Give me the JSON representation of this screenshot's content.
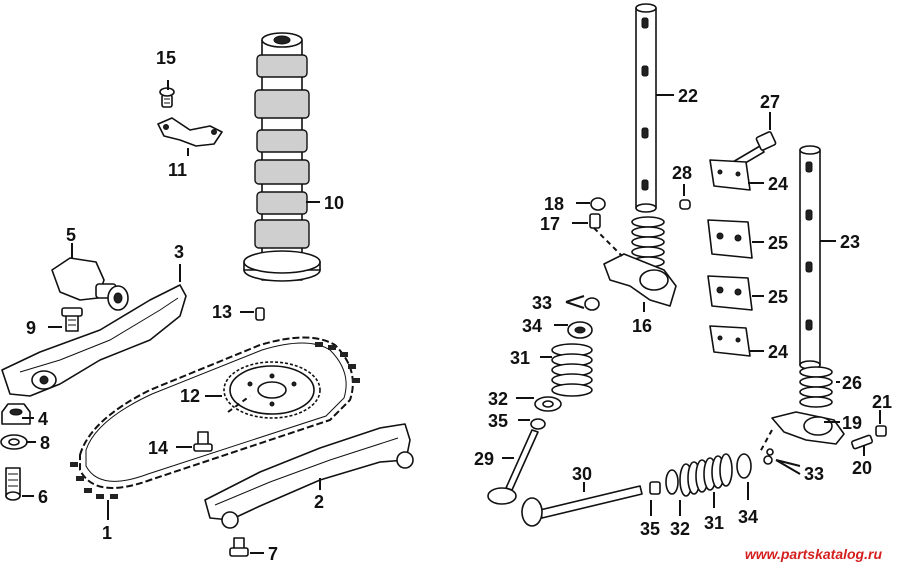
{
  "watermark": "www.partskatalog.ru",
  "labels": {
    "p1": "1",
    "p2": "2",
    "p3": "3",
    "p4": "4",
    "p5": "5",
    "p6": "6",
    "p7": "7",
    "p8": "8",
    "p9": "9",
    "p10": "10",
    "p11": "11",
    "p12": "12",
    "p13": "13",
    "p14": "14",
    "p15": "15",
    "p16": "16",
    "p17": "17",
    "p18": "18",
    "p19": "19",
    "p20": "20",
    "p21": "21",
    "p22": "22",
    "p23": "23",
    "p24a": "24",
    "p24b": "24",
    "p25a": "25",
    "p25b": "25",
    "p26": "26",
    "p27": "27",
    "p28": "28",
    "p29": "29",
    "p30": "30",
    "p31a": "31",
    "p31b": "31",
    "p32a": "32",
    "p32b": "32",
    "p33a": "33",
    "p33b": "33",
    "p34a": "34",
    "p34b": "34",
    "p35a": "35",
    "p35b": "35"
  }
}
